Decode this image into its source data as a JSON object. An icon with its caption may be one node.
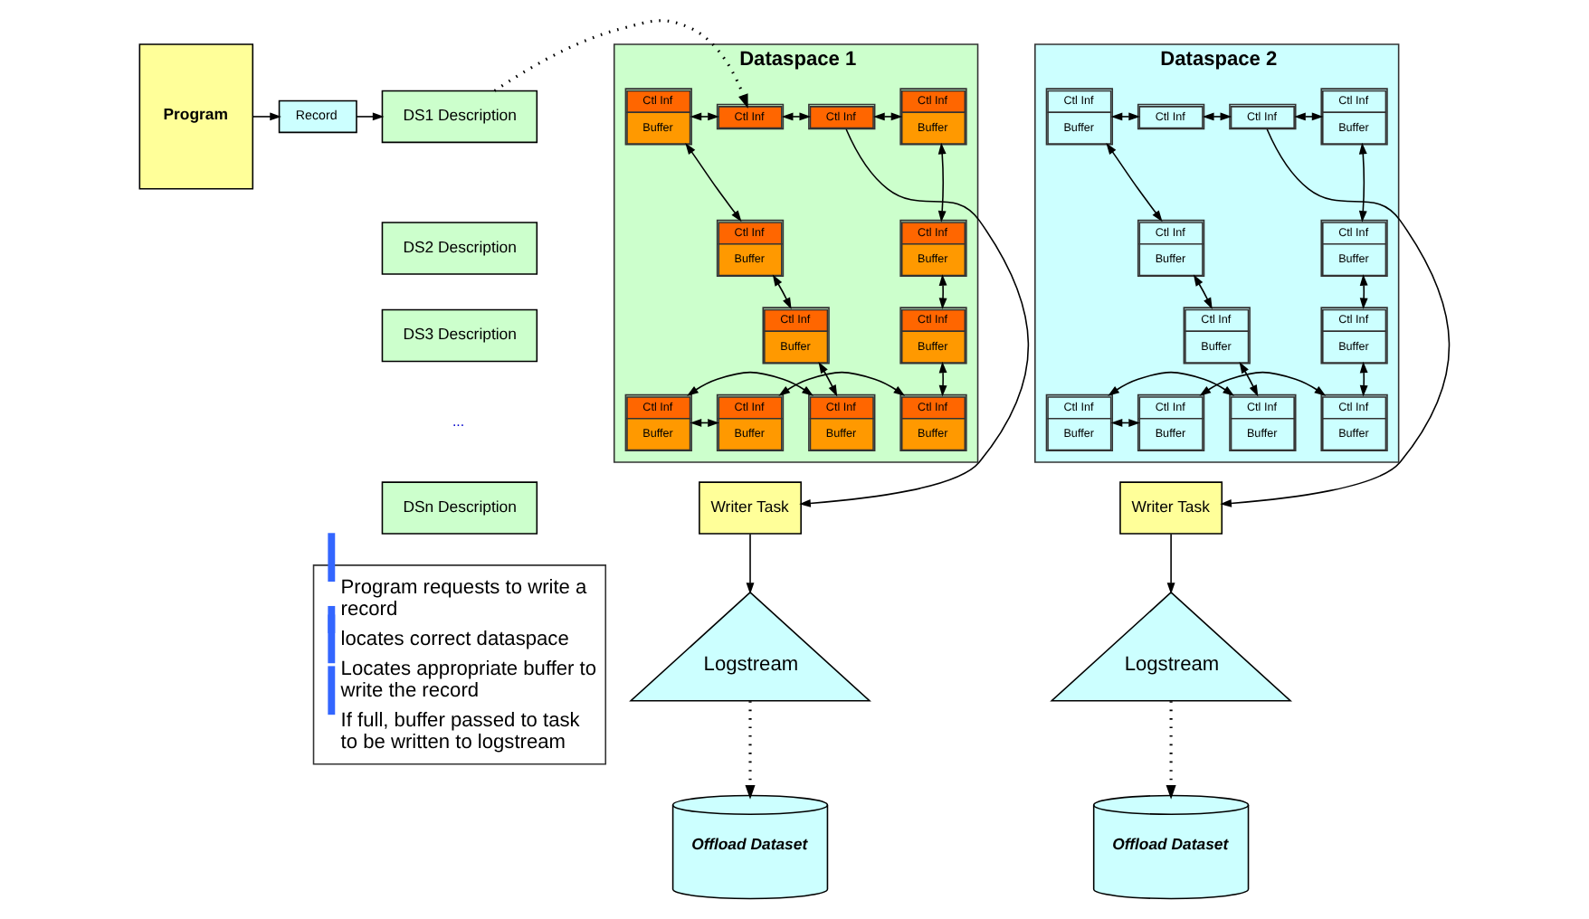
{
  "diagram": {
    "nodes": [
      {
        "text": [
          "Program"
        ]
      },
      {
        "text": [
          "Record"
        ]
      },
      {
        "text": [
          "DS1 Description"
        ]
      },
      {
        "text": [
          "DS2 Description"
        ]
      },
      {
        "text": [
          "DS3 Description"
        ]
      },
      {
        "text": [
          "DSn Description"
        ]
      },
      {
        "text": [
          "Dataspace 1"
        ]
      },
      {
        "text": [
          "Ctl Inf",
          "Buffer"
        ],
        "in": 6
      },
      {
        "text": [
          "Ctl Inf"
        ],
        "in": 6
      },
      {
        "text": [
          "Ctl Inf"
        ],
        "in": 6
      },
      {
        "text": [
          "Ctl Inf",
          "Buffer"
        ],
        "in": 6
      },
      {
        "text": [
          "Ctl Inf",
          "Buffer"
        ],
        "in": 6
      },
      {
        "text": [
          "Ctl Inf",
          "Buffer"
        ],
        "in": 6
      },
      {
        "text": [
          "Ctl Inf",
          "Buffer"
        ],
        "in": 6
      },
      {
        "text": [
          "Ctl Inf",
          "Buffer"
        ],
        "in": 6
      },
      {
        "text": [
          "Ctl Inf",
          "Buffer"
        ],
        "in": 6
      },
      {
        "text": [
          "Ctl Inf",
          "Buffer"
        ],
        "in": 6
      },
      {
        "text": [
          "Ctl Inf",
          "Buffer"
        ],
        "in": 6
      },
      {
        "text": [
          "Ctl Inf",
          "Buffer"
        ],
        "in": 6
      },
      {
        "text": [
          "Dataspace 2"
        ]
      },
      {
        "text": [
          "Ctl Inf",
          "Buffer"
        ],
        "in": 19
      },
      {
        "text": [
          "Ctl Inf"
        ],
        "in": 19
      },
      {
        "text": [
          "Ctl Inf"
        ],
        "in": 19
      },
      {
        "text": [
          "Ctl Inf",
          "Buffer"
        ],
        "in": 19
      },
      {
        "text": [
          "Ctl Inf",
          "Buffer"
        ],
        "in": 19
      },
      {
        "text": [
          "Ctl Inf",
          "Buffer"
        ],
        "in": 19
      },
      {
        "text": [
          "Ctl Inf",
          "Buffer"
        ],
        "in": 19
      },
      {
        "text": [
          "Ctl Inf",
          "Buffer"
        ],
        "in": 19
      },
      {
        "text": [
          "Ctl Inf",
          "Buffer"
        ],
        "in": 19
      },
      {
        "text": [
          "Ctl Inf",
          "Buffer"
        ],
        "in": 19
      },
      {
        "text": [
          "Ctl Inf",
          "Buffer"
        ],
        "in": 19
      },
      {
        "text": [
          "Ctl Inf",
          "Buffer"
        ],
        "in": 19
      },
      {
        "text": [
          "Program requests to write a record",
          "locates correct dataspace",
          "Locates appropriate buffer to write the record",
          "If full, buffer passed to task to be written to logstream"
        ]
      },
      {
        "text": [
          "Writer Task"
        ]
      },
      {
        "text": [
          "Writer Task"
        ]
      },
      {
        "text": [
          "Logstream"
        ]
      },
      {
        "text": [
          "Logstream"
        ]
      },
      {
        "text": [
          "Offload Dataset"
        ]
      },
      {
        "text": [
          "Offload Dataset"
        ]
      }
    ],
    "edges": [
      {
        "from": 0,
        "to": 1,
        "arrow": "to"
      },
      {
        "from": 1,
        "to": 2,
        "arrow": "to"
      },
      {
        "from": 2,
        "to": 9,
        "arrow": "to",
        "style": "dashed"
      },
      {
        "from": 8,
        "to": 9,
        "arrow": "both"
      },
      {
        "from": 9,
        "to": 10,
        "arrow": "both"
      },
      {
        "from": 10,
        "to": 12,
        "arrow": "both"
      },
      {
        "from": 12,
        "to": 14,
        "arrow": "both"
      },
      {
        "from": 14,
        "to": 16,
        "arrow": "both"
      },
      {
        "from": 16,
        "to": 18,
        "arrow": "both"
      },
      {
        "from": 18,
        "to": 17,
        "arrow": "both"
      },
      {
        "from": 17,
        "to": 15,
        "arrow": "both"
      },
      {
        "from": 15,
        "to": 13,
        "arrow": "both"
      },
      {
        "from": 13,
        "to": 11,
        "arrow": "both"
      },
      {
        "from": 11,
        "to": 7,
        "arrow": "both"
      },
      {
        "from": 7,
        "to": 8,
        "arrow": "both"
      },
      {
        "from": 8,
        "to": 33,
        "arrow": "to"
      },
      {
        "from": 33,
        "to": 35,
        "arrow": "to"
      },
      {
        "from": 35,
        "to": 37,
        "arrow": "to",
        "style": "dashed"
      },
      {
        "from": 21,
        "to": 22,
        "arrow": "both"
      },
      {
        "from": 22,
        "to": 23,
        "arrow": "both"
      },
      {
        "from": 23,
        "to": 25,
        "arrow": "both"
      },
      {
        "from": 25,
        "to": 27,
        "arrow": "both"
      },
      {
        "from": 27,
        "to": 29,
        "arrow": "both"
      },
      {
        "from": 29,
        "to": 31,
        "arrow": "both"
      },
      {
        "from": 31,
        "to": 30,
        "arrow": "both"
      },
      {
        "from": 30,
        "to": 28,
        "arrow": "both"
      },
      {
        "from": 28,
        "to": 26,
        "arrow": "both"
      },
      {
        "from": 26,
        "to": 24,
        "arrow": "both"
      },
      {
        "from": 24,
        "to": 20,
        "arrow": "both"
      },
      {
        "from": 20,
        "to": 21,
        "arrow": "both"
      },
      {
        "from": 21,
        "to": 34,
        "arrow": "to"
      },
      {
        "from": 34,
        "to": 36,
        "arrow": "to"
      },
      {
        "from": 36,
        "to": 38,
        "arrow": "to",
        "style": "dashed"
      }
    ],
    "labels": [
      "..."
    ]
  }
}
